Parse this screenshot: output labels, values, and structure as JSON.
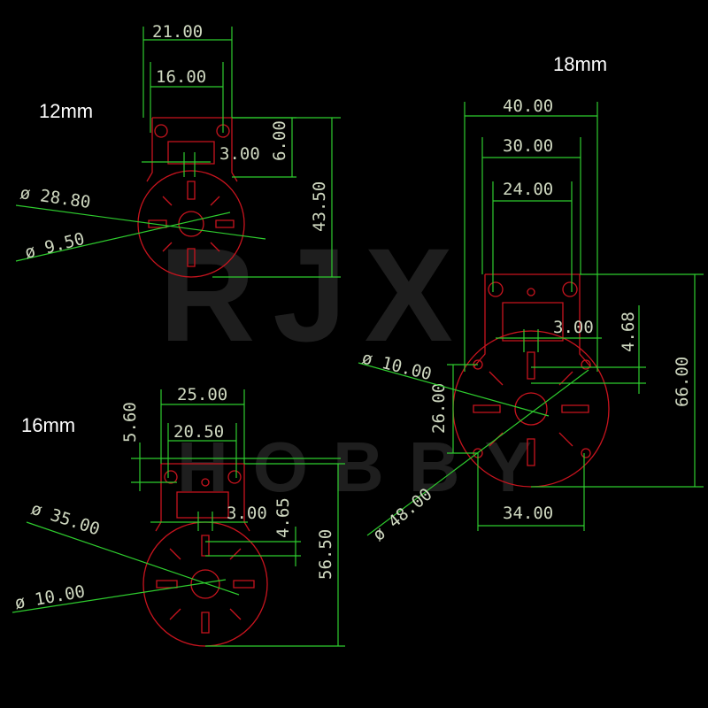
{
  "watermark": {
    "line1": "RJX",
    "line2": "HOBBY"
  },
  "mounts": {
    "m12": {
      "label": "12mm",
      "dims": {
        "w_outer": "21.00",
        "w_inner": "16.00",
        "slot": "3.00",
        "top": "6.00",
        "height": "43.50",
        "dia_big": "ø 28.80",
        "dia_small": "ø 9.50"
      }
    },
    "m16": {
      "label": "16mm",
      "dims": {
        "top": "5.60",
        "w_outer": "25.00",
        "w_inner": "20.50",
        "slot": "3.00",
        "slot_h": "4.65",
        "height": "56.50",
        "dia_big": "ø 35.00",
        "dia_small": "ø 10.00"
      }
    },
    "m18": {
      "label": "18mm",
      "dims": {
        "w1": "40.00",
        "w2": "30.00",
        "w3": "24.00",
        "slot": "3.00",
        "slot_h": "4.68",
        "height": "66.00",
        "hole_sp": "26.00",
        "dia_small": "ø 10.00",
        "dia_big": "ø 48.00",
        "base": "34.00"
      }
    }
  },
  "colors": {
    "background": "#000000",
    "dimension": "#2ecc2e",
    "part": "#c8141e",
    "text": "#ffffff"
  }
}
